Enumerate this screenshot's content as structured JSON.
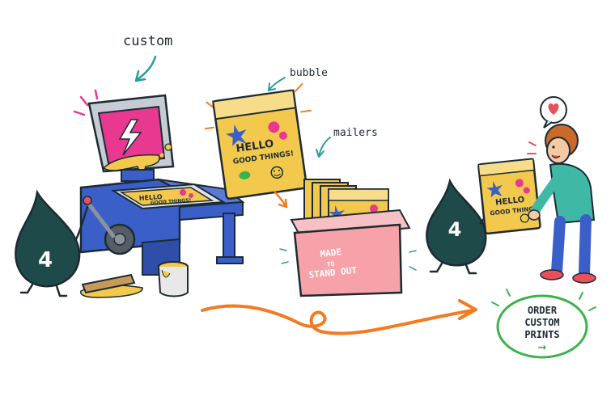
{
  "labels": {
    "custom": "custom",
    "bubble": "bubble",
    "mailers": "mailers"
  },
  "pouch_text": {
    "line1": "HELLO",
    "line2": "GOOD THINGS!"
  },
  "box_stamp": {
    "line1": "MADE",
    "line2": "TO",
    "line3": "STAND OUT"
  },
  "mascot_number": "4",
  "cta": {
    "line1": "ORDER",
    "line2": "CUSTOM",
    "line3": "PRINTS",
    "arrow": "→"
  },
  "colors": {
    "ink": "#1c2b33",
    "mascot": "#1f4a4a",
    "press_blue": "#3a5fc8",
    "screen_pink": "#e8388f",
    "pouch_yellow": "#f2c94c",
    "box_pink": "#f7a1a8",
    "arrow_orange": "#f47a20",
    "label_teal": "#2a9d9a",
    "cta_green": "#3cb34a",
    "heart": "#e8505b"
  }
}
